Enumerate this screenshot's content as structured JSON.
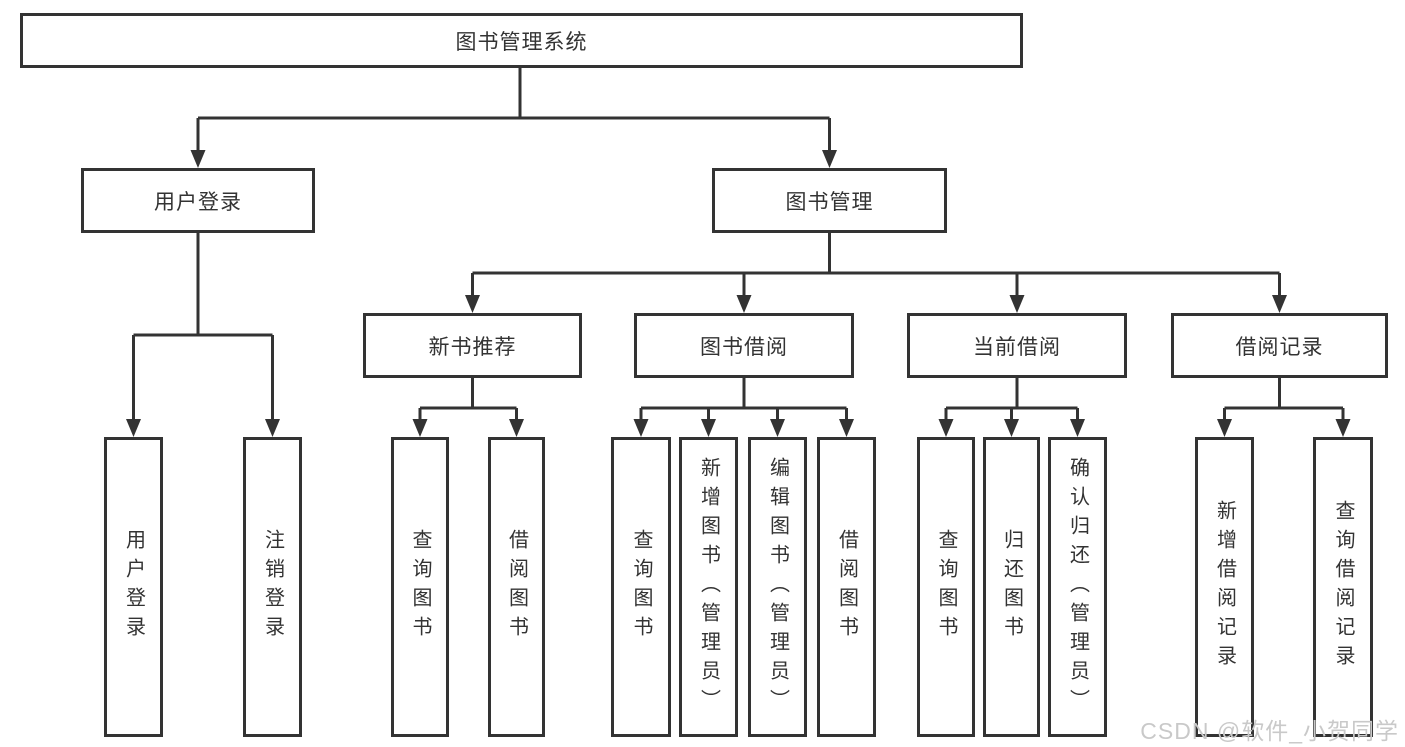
{
  "tree": {
    "root": {
      "label": "图书管理系统"
    },
    "children": [
      {
        "label": "用户登录",
        "children": [
          {
            "label": "用户登录"
          },
          {
            "label": "注销登录"
          }
        ]
      },
      {
        "label": "图书管理",
        "children": [
          {
            "label": "新书推荐",
            "children": [
              {
                "label": "查询图书"
              },
              {
                "label": "借阅图书"
              }
            ]
          },
          {
            "label": "图书借阅",
            "children": [
              {
                "label": "查询图书"
              },
              {
                "label": "新增图书（管理员）"
              },
              {
                "label": "编辑图书（管理员）"
              },
              {
                "label": "借阅图书"
              }
            ]
          },
          {
            "label": "当前借阅",
            "children": [
              {
                "label": "查询图书"
              },
              {
                "label": "归还图书"
              },
              {
                "label": "确认归还（管理员）"
              }
            ]
          },
          {
            "label": "借阅记录",
            "children": [
              {
                "label": "新增借阅记录"
              },
              {
                "label": "查询借阅记录"
              }
            ]
          }
        ]
      }
    ]
  },
  "watermark": {
    "text": "CSDN @软件_小贺同学"
  },
  "colors": {
    "line": "#333333",
    "text": "#333333",
    "box_fill": "#ffffff",
    "background": "#ffffff",
    "watermark": "#c9c9c9"
  }
}
